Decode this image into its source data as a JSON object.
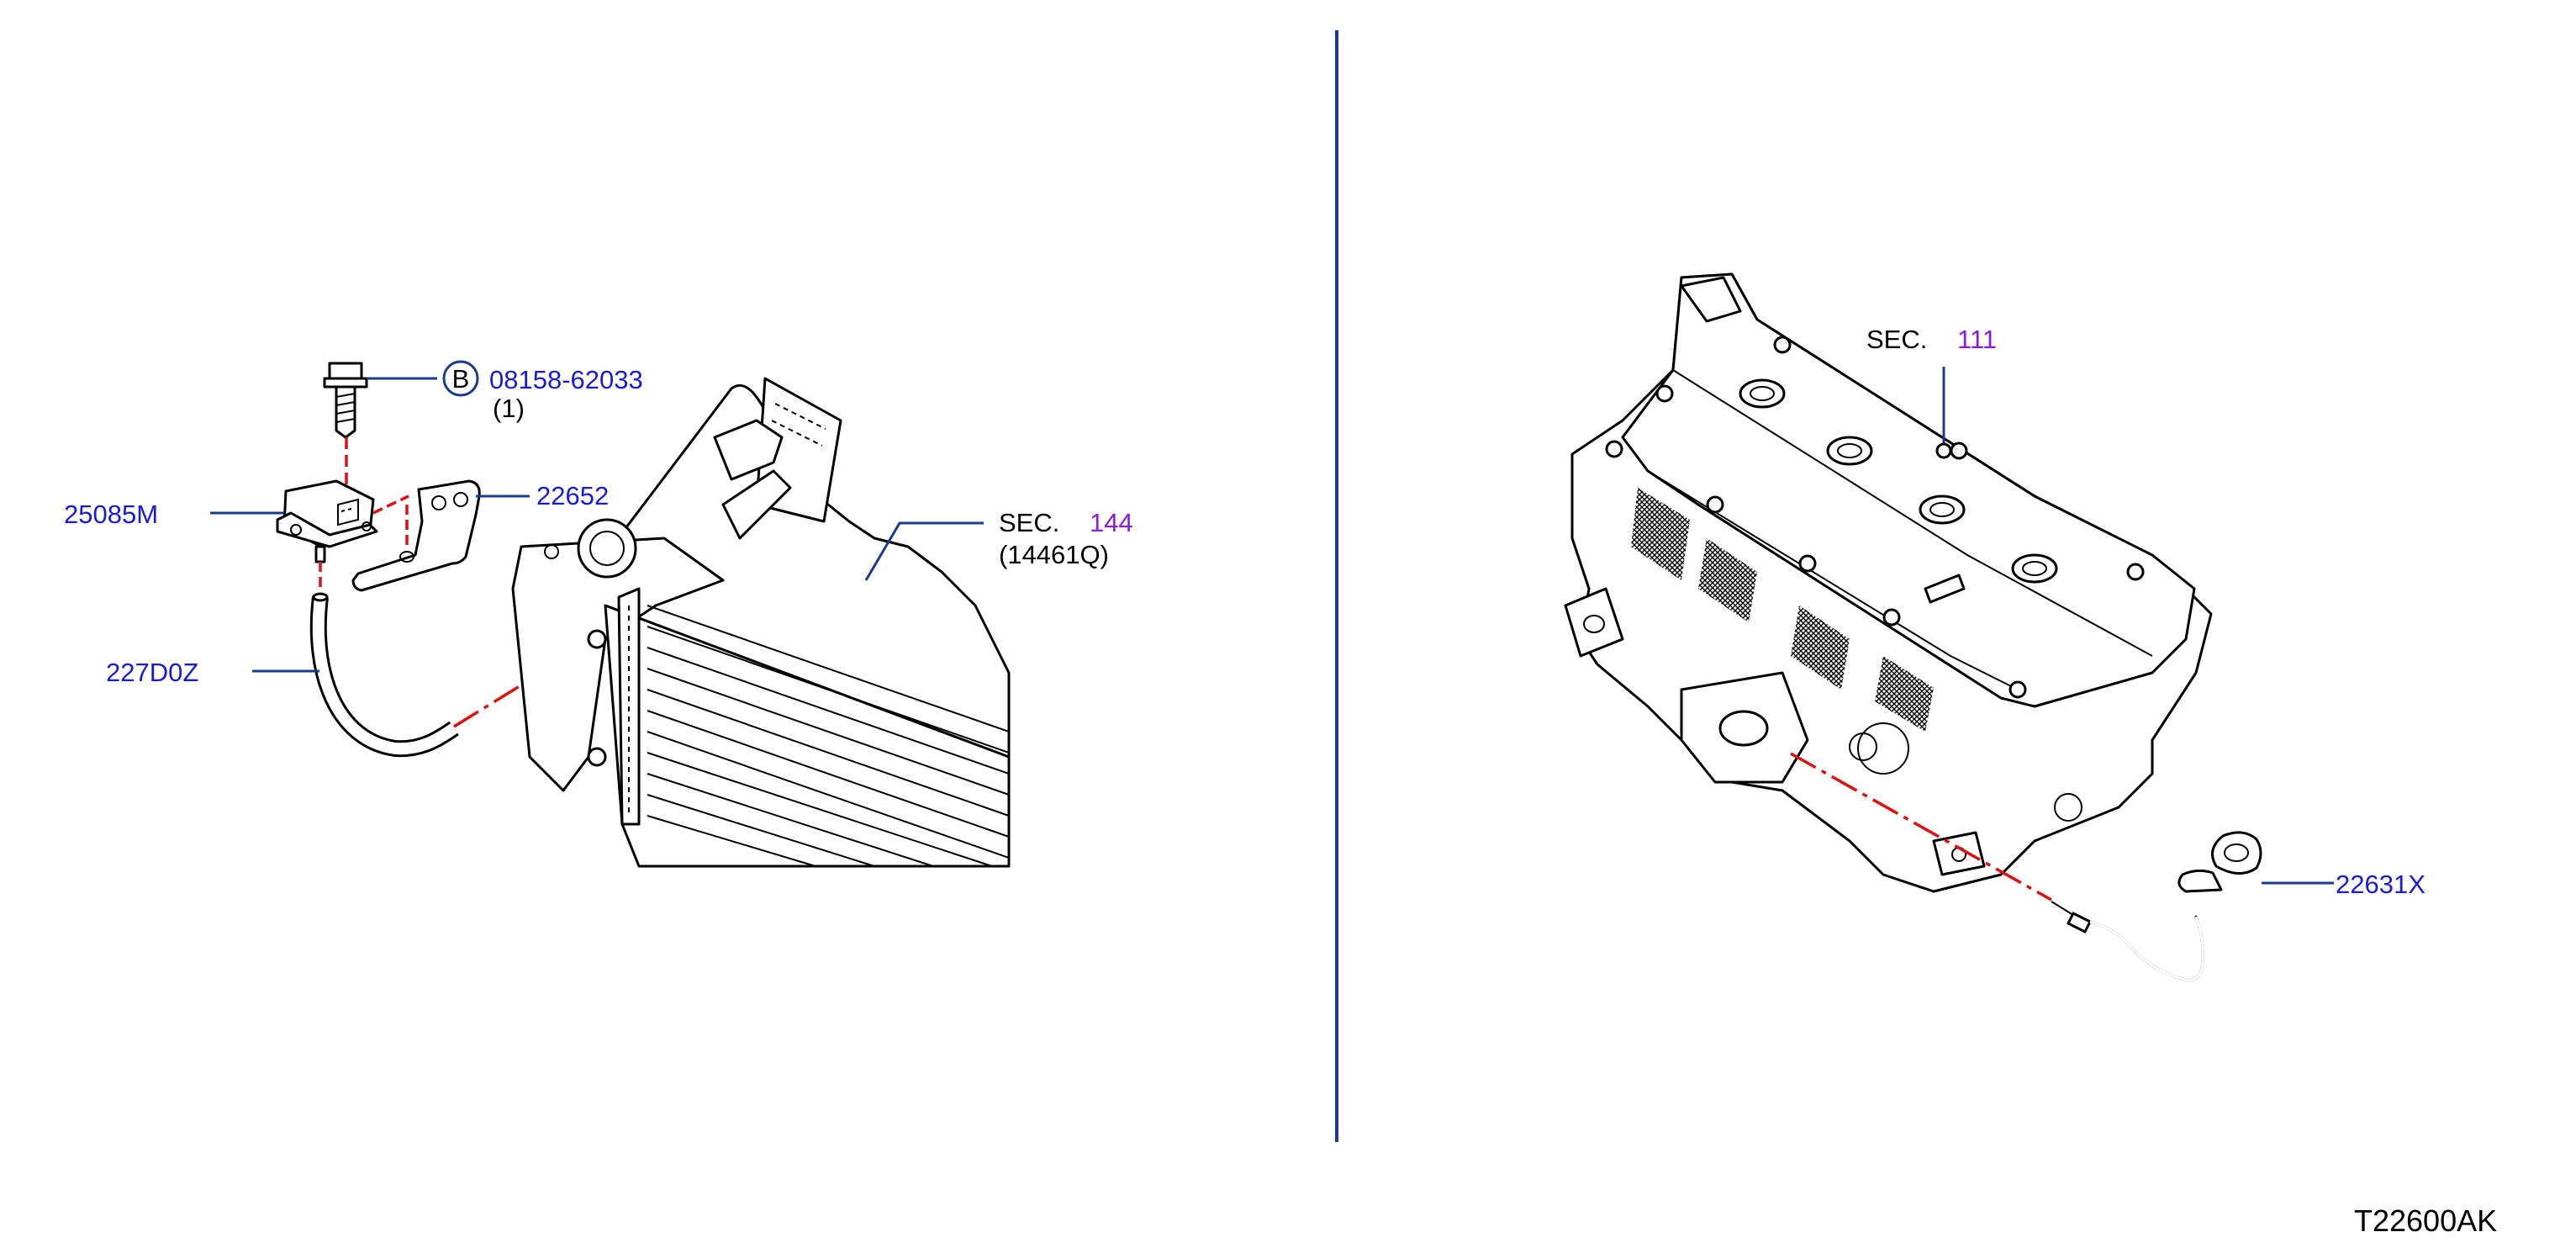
{
  "colors": {
    "part_number": "#1a1adc",
    "section_number": "#8a1adc",
    "leader": "#1a3c8c",
    "reference_dash": "#e01010",
    "line_art": "#000000"
  },
  "left_panel": {
    "bolt": {
      "circle_letter": "B",
      "part_number": "08158-62033",
      "quantity": "(1)"
    },
    "sensor": {
      "part_number": "25085M"
    },
    "bracket": {
      "part_number": "22652"
    },
    "hose": {
      "part_number": "227D0Z"
    },
    "section_ref": {
      "prefix": "SEC.",
      "number": "144",
      "sub": "(14461Q)"
    }
  },
  "right_panel": {
    "section_ref": {
      "prefix": "SEC.",
      "number": "111"
    },
    "temp_sensor": {
      "part_number": "22631X"
    }
  },
  "diagram_code": "T22600AK"
}
